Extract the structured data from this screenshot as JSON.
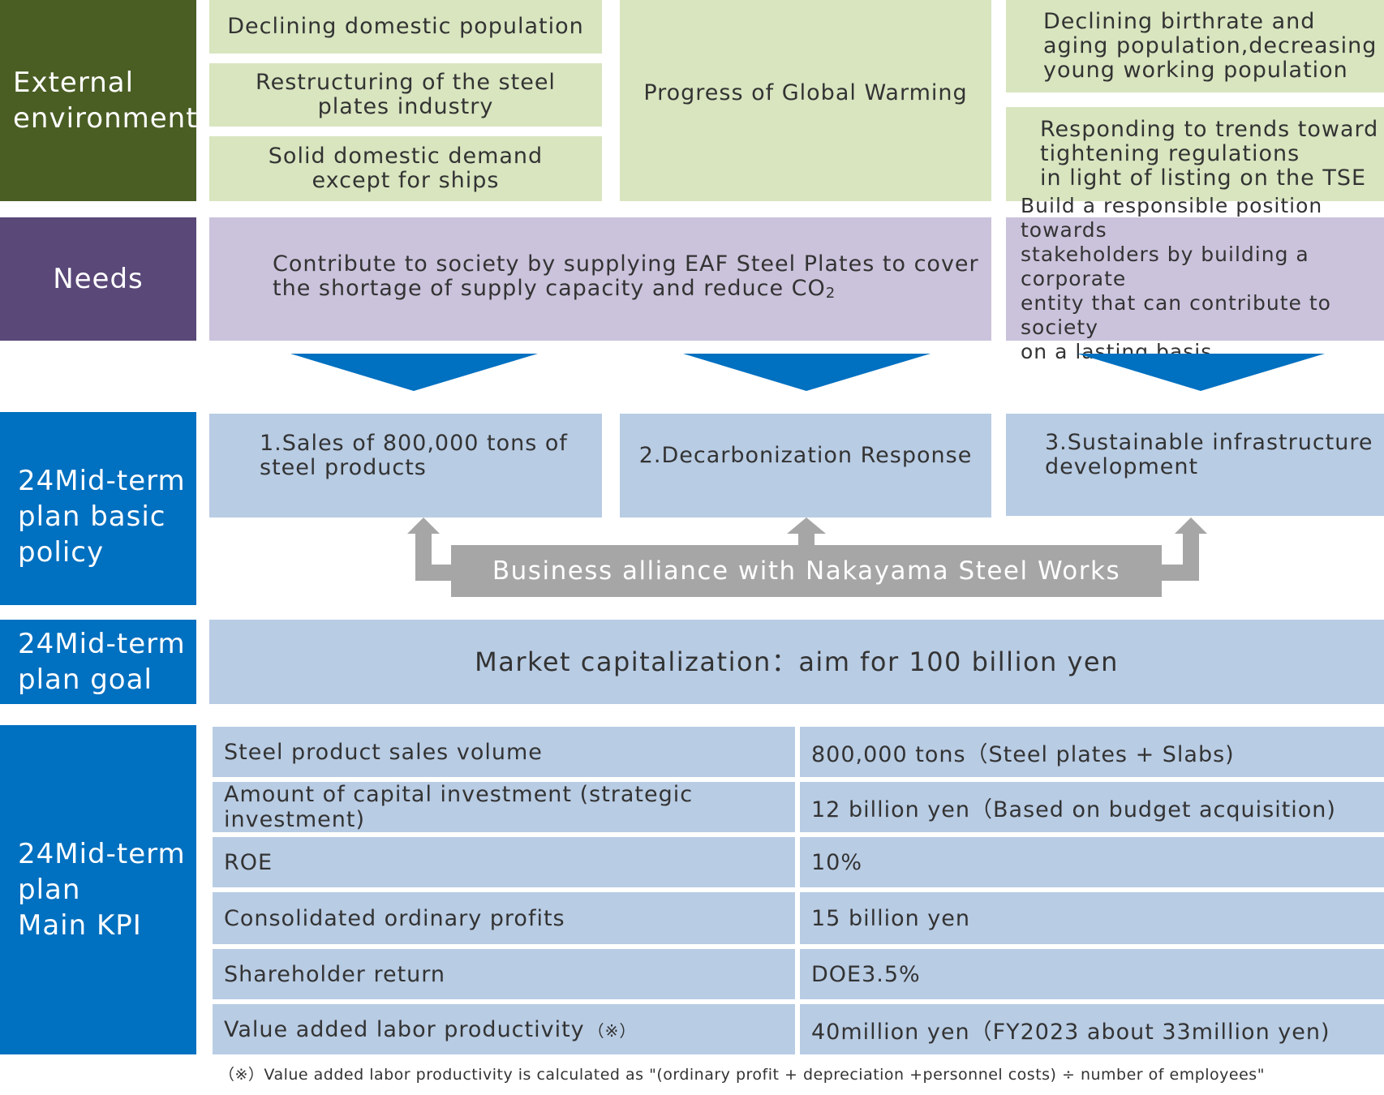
{
  "labels": {
    "external": "External\nenvironment",
    "needs": "Needs",
    "policy": "24Mid-term\nplan basic\npolicy",
    "goal": "24Mid-term\nplan goal",
    "kpi": "24Mid-term\nplan\nMain KPI"
  },
  "external": {
    "left": [
      "Declining domestic population",
      "Restructuring of the steel\nplates industry",
      "Solid domestic demand\nexcept for ships"
    ],
    "middle": "Progress of Global Warming",
    "right": [
      "Declining birthrate and\naging population,decreasing\nyoung working population",
      "Responding to trends toward\ntightening regulations\nin light of listing on the TSE"
    ]
  },
  "needs": {
    "main_line1": "Contribute to society by supplying EAF Steel Plates to cover",
    "main_line2": "the shortage of supply capacity and reduce CO",
    "main_sub": "2",
    "right": "Build a responsible position towards\nstakeholders by building a corporate\nentity that can contribute to society\non a lasting basis"
  },
  "policy": {
    "items": [
      "1.Sales of 800,000 tons of\n  steel products",
      "2.Decarbonization Response",
      "3.Sustainable infrastructure\n  development"
    ],
    "alliance": "Business alliance with Nakayama Steel Works"
  },
  "goal": "Market capitalization：aim for 100 billion yen",
  "kpis": [
    {
      "name": "Steel product sales volume",
      "value": "800,000 tons（Steel plates + Slabs)"
    },
    {
      "name": "Amount of capital investment (strategic investment)",
      "value": "12 billion yen（Based on budget acquisition)"
    },
    {
      "name": "ROE",
      "value": "10%"
    },
    {
      "name": "Consolidated ordinary profits",
      "value": "15 billion yen"
    },
    {
      "name": "Shareholder return",
      "value": "DOE3.5%"
    },
    {
      "name": "Value added labor productivity",
      "name_mark": "（※）",
      "value": "40million yen（FY2023 about 33million yen)"
    }
  ],
  "note": "（※）Value added labor productivity is calculated as \"(ordinary profit + depreciation +personnel costs) ÷ number of employees\"",
  "colors": {
    "external_label": "#4a5e24",
    "needs_label": "#5a4878",
    "policy_label": "#0070c0",
    "external_box": "#d8e5bf",
    "needs_box": "#cbc3dc",
    "policy_box": "#b8cce4",
    "chevron": "#0070c0",
    "alliance": "#a6a6a6"
  }
}
